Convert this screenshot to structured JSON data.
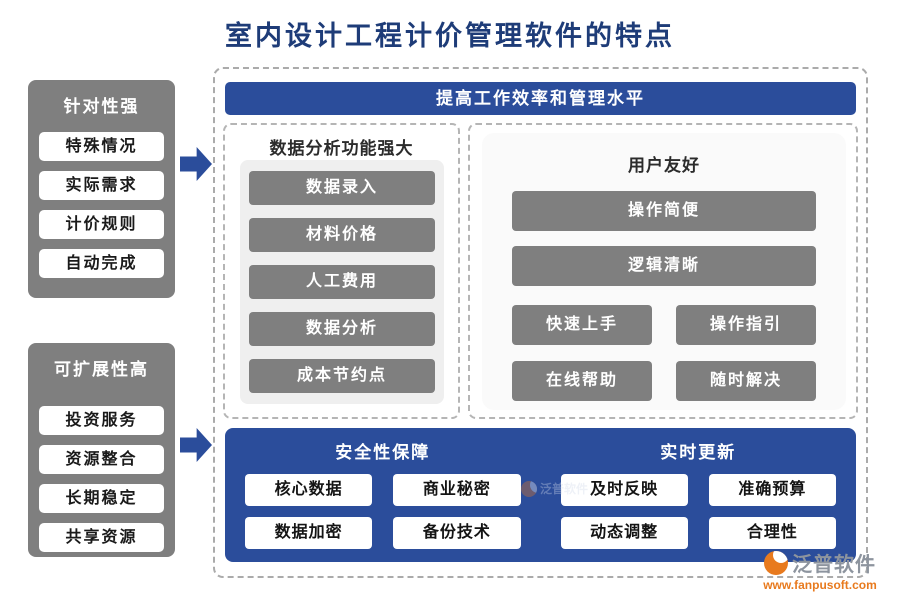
{
  "title": "室内设计工程计价管理软件的特点",
  "left_panels": [
    {
      "header": "针对性强",
      "items": [
        "特殊情况",
        "实际需求",
        "计价规则",
        "自动完成"
      ]
    },
    {
      "header": "可扩展性高",
      "items": [
        "投资服务",
        "资源整合",
        "长期稳定",
        "共享资源"
      ]
    }
  ],
  "main": {
    "top_banner": "提高工作效率和管理水平",
    "data_analysis": {
      "header": "数据分析功能强大",
      "items": [
        "数据录入",
        "材料价格",
        "人工费用",
        "数据分析",
        "成本节约点"
      ]
    },
    "user_friendly": {
      "header": "用户友好",
      "wide_items": [
        "操作简便",
        "逻辑清晰"
      ],
      "grid_items": [
        "快速上手",
        "操作指引",
        "在线帮助",
        "随时解决"
      ]
    },
    "bottom_sections": [
      {
        "header": "安全性保障",
        "items": [
          "核心数据",
          "商业秘密",
          "数据加密",
          "备份技术"
        ]
      },
      {
        "header": "实时更新",
        "items": [
          "及时反映",
          "准确预算",
          "动态调整",
          "合理性"
        ]
      }
    ]
  },
  "watermark": {
    "brand": "泛普软件",
    "url": "www.fanpusoft.com"
  },
  "colors": {
    "accent_blue": "#2b4d9b",
    "box_gray": "#7f7f7f",
    "panel_light_gray": "#efefef",
    "title_navy": "#1e3c78",
    "watermark_orange": "#e87a1e"
  }
}
